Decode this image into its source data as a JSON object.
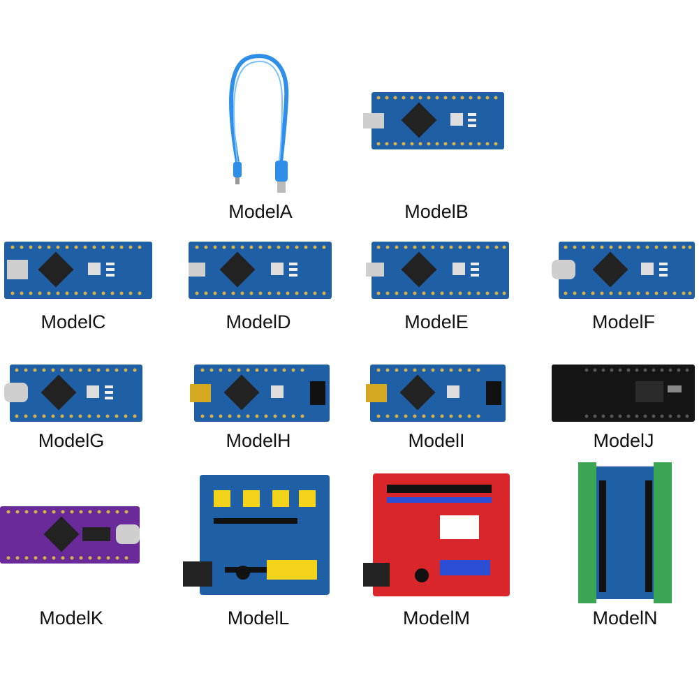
{
  "labels": {
    "a": "ModelA",
    "b": "ModelB",
    "c": "ModelC",
    "d": "ModelD",
    "e": "ModelE",
    "f": "ModelF",
    "g": "ModelG",
    "h": "ModelH",
    "i": "ModelI",
    "j": "ModelJ",
    "k": "ModelK",
    "l": "ModelL",
    "m": "ModelM",
    "n": "ModelN"
  },
  "colors": {
    "board_blue": "#1f5fa6",
    "board_black": "#151515",
    "board_purple": "#6a2a9a",
    "board_red": "#d8262a",
    "pin_gold": "#d4b24c",
    "header_black": "#111111",
    "header_yellow": "#f2d31a",
    "terminal_green": "#3aa655",
    "cable_blue": "#2f8fe8"
  }
}
